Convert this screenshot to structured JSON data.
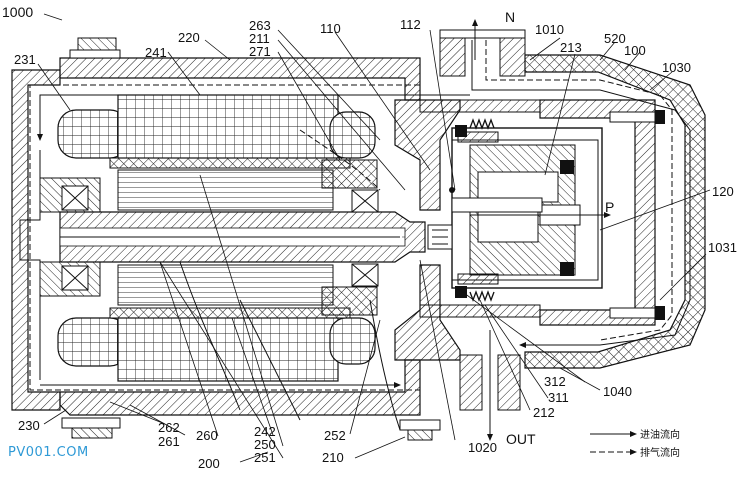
{
  "figure_number": "1000",
  "flow_letters": {
    "inlet": "N",
    "outlet": "OUT",
    "pressure": "P"
  },
  "labels": {
    "l231": "231",
    "l241": "241",
    "l220": "220",
    "l263": "263",
    "l211": "211",
    "l271": "271",
    "l110": "110",
    "l112": "112",
    "l1010": "1010",
    "l213": "213",
    "l520": "520",
    "l100": "100",
    "l1030": "1030",
    "l120": "120",
    "l1031": "1031",
    "l312": "312",
    "l1040": "1040",
    "l311": "311",
    "l212": "212",
    "l1020": "1020",
    "l230": "230",
    "l262": "262",
    "l261": "261",
    "l260": "260",
    "l242": "242",
    "l250": "250",
    "l251": "251",
    "l252": "252",
    "l210": "210",
    "l200": "200"
  },
  "legend": [
    {
      "label": "进油流向",
      "style": "solid"
    },
    {
      "label": "排气流向",
      "style": "dashed"
    }
  ],
  "watermark": "PV001.COM"
}
